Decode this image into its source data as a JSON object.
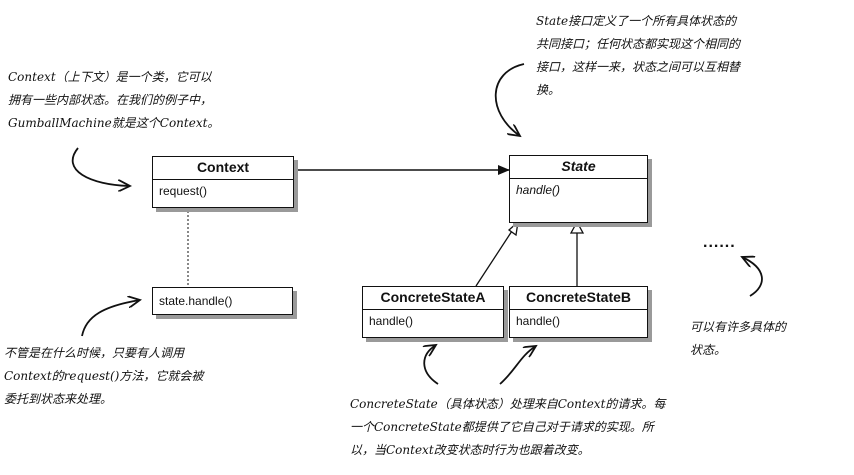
{
  "classes": {
    "context": {
      "name": "Context",
      "method": "request()"
    },
    "state": {
      "name": "State",
      "method": "handle()"
    },
    "concrete_a": {
      "name": "ConcreteStateA",
      "method": "handle()"
    },
    "concrete_b": {
      "name": "ConcreteStateB",
      "method": "handle()"
    },
    "delegate": {
      "method": "state.handle()"
    }
  },
  "ellipsis": "......",
  "notes": {
    "context": [
      "Context（上下文）是一个类，它可以",
      "拥有一些内部状态。在我们的例子中，",
      "GumballMachine就是这个Context。"
    ],
    "state": [
      "State接口定义了一个所有具体状态的",
      "共同接口；任何状态都实现这个相同的",
      "接口，这样一来，状态之间可以互相替",
      "换。"
    ],
    "delegate": [
      "不管是在什么时候，只要有人调用",
      "Context的request()方法，它就会被",
      "委托到状态来处理。"
    ],
    "many_states": [
      "可以有许多具体的",
      "状态。"
    ],
    "concrete": [
      "ConcreteState（具体状态）处理来自Context的请求。每",
      "一个ConcreteState都提供了它自己对于请求的实现。所",
      "以，当Context改变状态时行为也跟着改变。"
    ]
  }
}
